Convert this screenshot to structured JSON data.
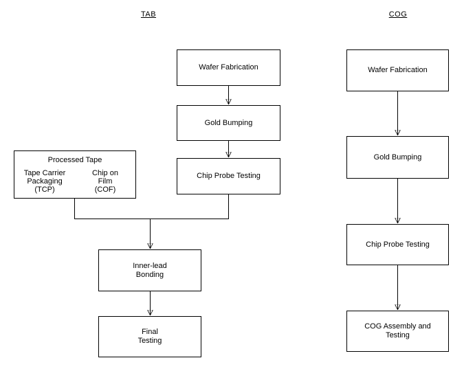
{
  "diagram": {
    "tab": {
      "title": "TAB",
      "nodes": {
        "wafer": "Wafer Fabrication",
        "gold": "Gold Bumping",
        "probe": "Chip Probe Testing",
        "inner_lead": "Inner-lead\nBonding",
        "final": "Final\nTesting"
      },
      "processed_tape": {
        "title": "Processed Tape",
        "left_option": "Tape Carrier\nPackaging\n(TCP)",
        "right_option": "Chip on\nFilm\n(COF)"
      }
    },
    "cog": {
      "title": "COG",
      "nodes": {
        "wafer": "Wafer Fabrication",
        "gold": "Gold Bumping",
        "probe": "Chip Probe Testing",
        "assembly": "COG Assembly and\nTesting"
      }
    },
    "colors": {
      "line": "#000000",
      "background": "#ffffff"
    }
  }
}
